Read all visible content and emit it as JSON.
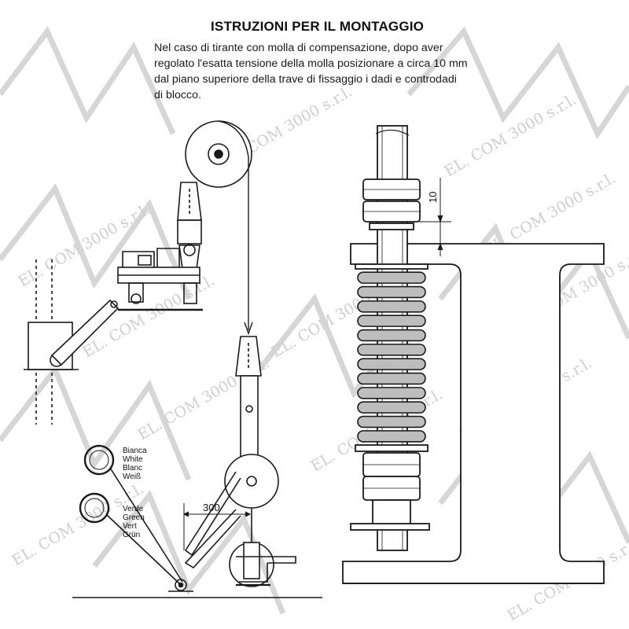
{
  "header": {
    "title": "ISTRUZIONI PER IL MONTAGGIO",
    "lines": [
      "Nel caso di tirante con molla di compensazione, dopo aver",
      "regolato l'esatta tensione della molla posizionare a circa 10 mm",
      "dal piano superiore della trave di fissaggio i dadi e controdadi",
      "di blocco."
    ]
  },
  "diagram": {
    "ring_white_labels": [
      "Bianca",
      "White",
      "Blanc",
      "Weiß"
    ],
    "ring_green_labels": [
      "Verde",
      "Green",
      "Vert",
      "Grün"
    ],
    "dimension_horizontal": "300",
    "dimension_vertical": "10"
  },
  "watermark": {
    "text": "EL. COM 3000 s.r.l."
  },
  "colors": {
    "ink": "#1a1a1a",
    "fill_grey": "#bdbdbd",
    "watermark": "#cfcfcf"
  }
}
